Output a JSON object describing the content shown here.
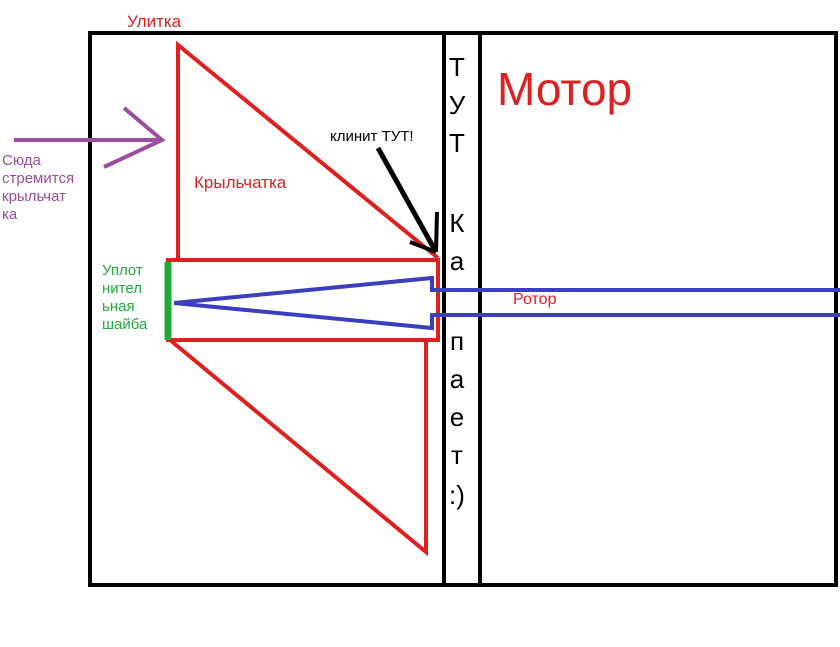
{
  "colors": {
    "outline": "#000000",
    "housing_red": "#e02020",
    "rotor_blue": "#3a3fc0",
    "washer_green": "#22aa3a",
    "arrow_purple": "#9b4da0"
  },
  "labels": {
    "volute": "Улитка",
    "motor": "Мотор",
    "impeller": "Крыльчатка",
    "jam_here": "клинит ТУТ!",
    "direction_lines": [
      "Сюда",
      "стремится",
      "крыльчат",
      "ка"
    ],
    "seal_washer_lines": [
      "Уплот",
      "нител",
      "ьная",
      "шайба"
    ],
    "rotor": "Ротор",
    "vertical_note": [
      "Т",
      "У",
      "Т",
      "К",
      "а",
      "п",
      "а",
      "е",
      "т",
      ":)"
    ]
  }
}
